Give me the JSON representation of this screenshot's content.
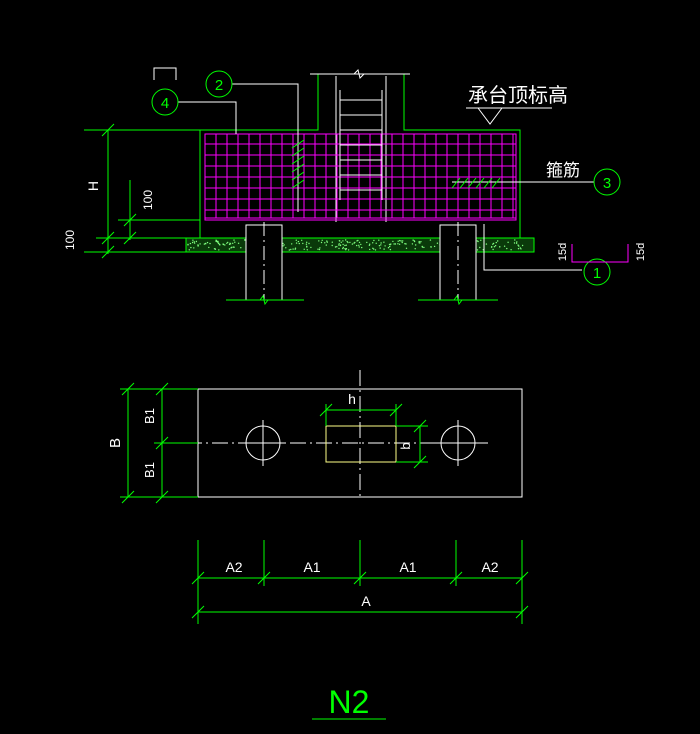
{
  "colors": {
    "background": "#000000",
    "dimension": "#00ff00",
    "outline": "#ffffff",
    "rebar": "#ff00ff",
    "axis": "#ffffff",
    "bedding": "#00ff00",
    "highlight": "#ffff88"
  },
  "section": {
    "top_elevation_label": "承台顶标高",
    "stirrup_label": "箍筋",
    "callouts": [
      "1",
      "2",
      "3",
      "4"
    ],
    "dim_H": "H",
    "dim_100_upper": "100",
    "dim_100_lower": "100",
    "anchor_left": "15d",
    "anchor_right": "15d"
  },
  "plan": {
    "dim_B": "B",
    "dim_B1_top": "B1",
    "dim_B1_bottom": "B1",
    "dim_h": "h",
    "dim_b": "b",
    "dim_A2_left": "A2",
    "dim_A1_left": "A1",
    "dim_A1_right": "A1",
    "dim_A2_right": "A2",
    "dim_A": "A"
  },
  "title": "N2"
}
